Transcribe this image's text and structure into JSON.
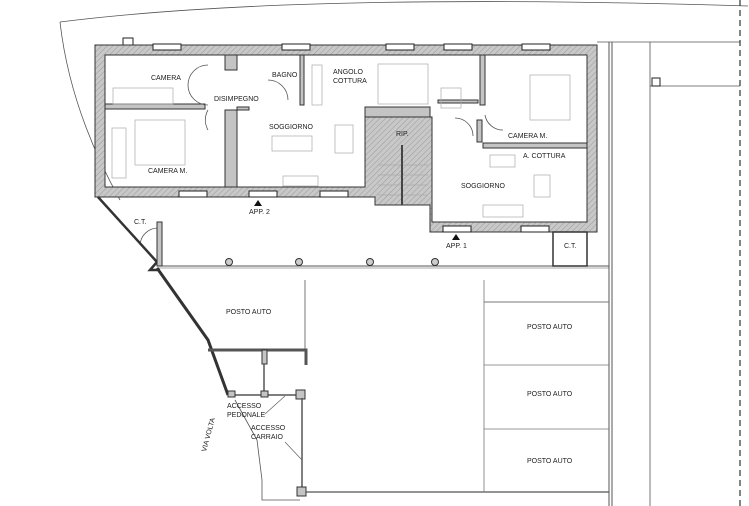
{
  "plan": {
    "rooms": {
      "camera": "CAMERA",
      "disimpegno": "DISIMPEGNO",
      "bagno": "BAGNO",
      "angolo_cottura_1": "ANGOLO",
      "angolo_cottura_2": "COTTURA",
      "camera_m_left": "CAMERA M.",
      "soggiorno_left": "SOGGIORNO",
      "rip": "RIP.",
      "camera_m_right": "CAMERA M.",
      "a_cottura": "A. COTTURA",
      "soggiorno_right": "SOGGIORNO",
      "ct_left": "C.T.",
      "ct_right": "C.T."
    },
    "entrances": {
      "app2": "APP. 2",
      "app1": "APP. 1"
    },
    "outdoor": {
      "posto_auto_left": "POSTO AUTO",
      "posto_auto_1": "POSTO AUTO",
      "posto_auto_2": "POSTO AUTO",
      "posto_auto_3": "POSTO AUTO",
      "accesso_pedonale_1": "ACCESSO",
      "accesso_pedonale_2": "PEDONALE",
      "accesso_carraio_1": "ACCESSO",
      "accesso_carraio_2": "CARRAIO",
      "street": "VIA VOLTA"
    }
  }
}
